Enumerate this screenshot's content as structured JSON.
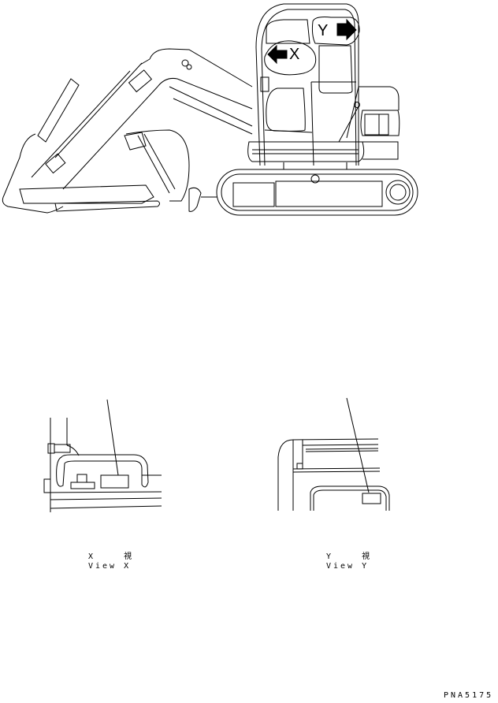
{
  "main_view": {
    "callout_x_label": "X",
    "callout_y_label": "Y"
  },
  "view_x": {
    "title_line1": "X    視",
    "title_line2": "View X"
  },
  "view_y": {
    "title_line1": "Y    視",
    "title_line2": "View Y"
  },
  "drawing_number": "PNA5175",
  "colors": {
    "line": "#000000",
    "background": "#ffffff"
  }
}
